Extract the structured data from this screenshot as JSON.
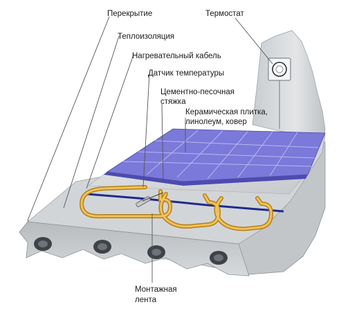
{
  "labels": {
    "overlap": "Перекрытие",
    "thermostat": "Термостат",
    "insulation": "Теплоизоляция",
    "heating_cable": "Нагревательный кабель",
    "temp_sensor": "Датчик температуры",
    "screed_line1": "Цементно-песочная",
    "screed_line2": "стяжка",
    "finish_line1": "Керамическая плитка,",
    "finish_line2": "линолеум, ковер",
    "tape_line1": "Монтажная",
    "tape_line2": "лента"
  },
  "colors": {
    "concrete": "#cfd3d6",
    "concrete_dark": "#8d9296",
    "wall": "#d9dcdf",
    "tile": "#7b79d9",
    "tile_grid": "#b9b8f0",
    "cable": "#e8b03a",
    "tape": "#1f2a8c"
  }
}
